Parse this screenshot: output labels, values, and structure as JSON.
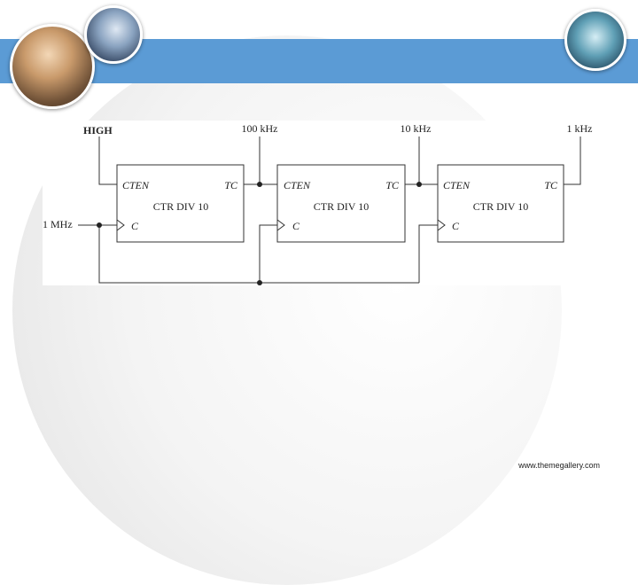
{
  "diagram": {
    "high_label": "HIGH",
    "input_label": "1 MHz",
    "counters": [
      {
        "cten": "CTEN",
        "tc": "TC",
        "name": "CTR DIV 10",
        "clock": "C"
      },
      {
        "cten": "CTEN",
        "tc": "TC",
        "name": "CTR DIV 10",
        "clock": "C"
      },
      {
        "cten": "CTEN",
        "tc": "TC",
        "name": "CTR DIV 10",
        "clock": "C"
      }
    ],
    "outputs": [
      "100 kHz",
      "10 kHz",
      "1 kHz"
    ]
  },
  "footer": {
    "url": "www.themegallery.com"
  }
}
